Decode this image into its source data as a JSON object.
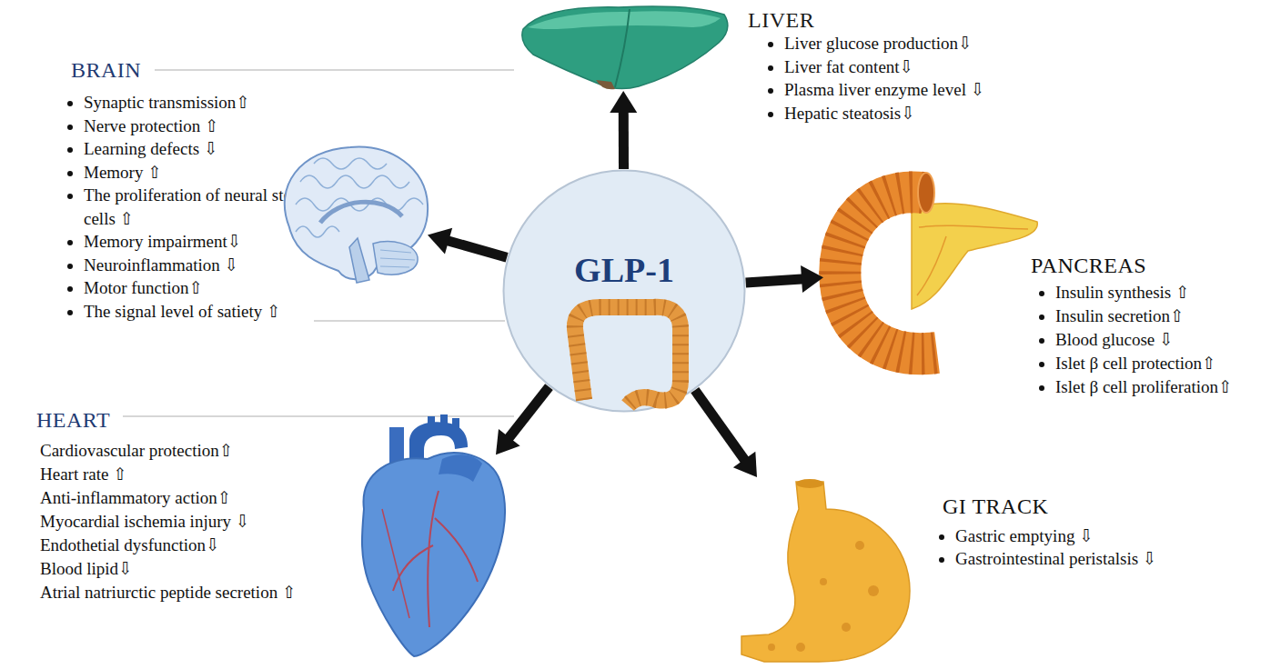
{
  "diagram": {
    "nodes": [
      {
        "text": [
          "GLP-1"
        ]
      },
      {
        "text": [
          "BRAIN",
          "Synaptic transmission⇧",
          "Nerve protection ⇧",
          "Learning defects ⇩",
          "Memory ⇧",
          "The proliferation of neural stem cells ⇧",
          "Memory impairment⇩",
          "Neuroinflammation ⇩",
          "Motor function⇧",
          "The signal level of satiety ⇧"
        ]
      },
      {
        "text": [
          "LIVER",
          "Liver glucose production⇩",
          "Liver fat content⇩",
          "Plasma liver enzyme level ⇩",
          "Hepatic steatosis⇩"
        ]
      },
      {
        "text": [
          "PANCREAS",
          "Insulin synthesis ⇧",
          "Insulin secretion⇧",
          "Blood glucose ⇩",
          "Islet β cell protection⇧",
          "Islet β cell proliferation⇧"
        ]
      },
      {
        "text": [
          "HEART",
          "Cardiovascular protection⇧",
          "Heart rate ⇧",
          "Anti-inflammatory action⇧",
          "Myocardial ischemia injury ⇩",
          "Endothetial dysfunction⇩",
          "Blood lipid⇩",
          "Atrial natriurctic peptide secretion ⇧"
        ]
      },
      {
        "text": [
          "GI TRACK",
          "Gastric emptying ⇩",
          "Gastrointestinal peristalsis ⇩"
        ]
      }
    ],
    "edges": [
      {
        "from": 0,
        "to": 1,
        "arrow": "to"
      },
      {
        "from": 0,
        "to": 2,
        "arrow": "to"
      },
      {
        "from": 0,
        "to": 3,
        "arrow": "to"
      },
      {
        "from": 0,
        "to": 4,
        "arrow": "to"
      },
      {
        "from": 0,
        "to": 5,
        "arrow": "to"
      }
    ]
  }
}
